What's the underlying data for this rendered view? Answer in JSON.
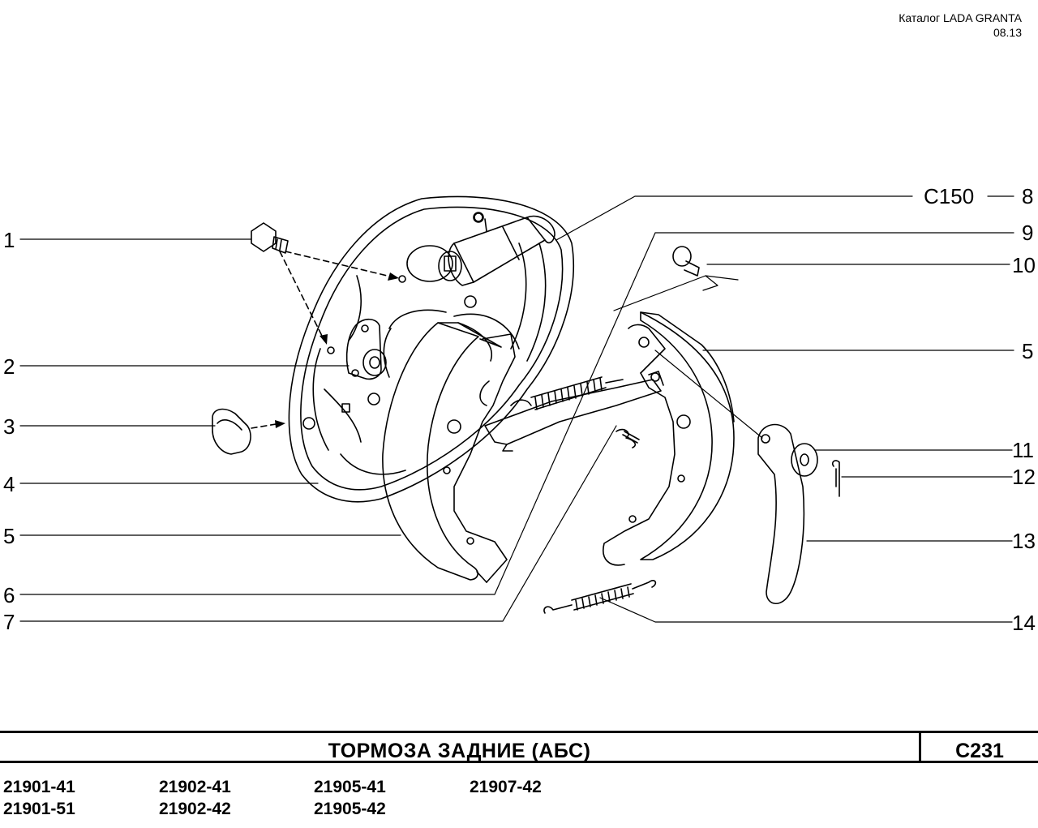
{
  "header": {
    "catalog": "Каталог  LADA  GRANTA",
    "date": "08.13"
  },
  "callouts": {
    "n1": "1",
    "n2": "2",
    "n3": "3",
    "n4": "4",
    "n5_left": "5",
    "n6": "6",
    "n7": "7",
    "ref_code": "C150",
    "n8": "8",
    "n9": "9",
    "n10": "10",
    "n5_right": "5",
    "n11": "11",
    "n12": "12",
    "n13": "13",
    "n14": "14"
  },
  "title_bar": {
    "title": "ТОРМОЗА  ЗАДНИЕ  (АБС)",
    "page_code": "C231"
  },
  "models": {
    "row1": [
      "21901-41",
      "21902-41",
      "21905-41",
      "21907-42"
    ],
    "row2": [
      "21901-51",
      "21902-42",
      "21905-42"
    ]
  }
}
